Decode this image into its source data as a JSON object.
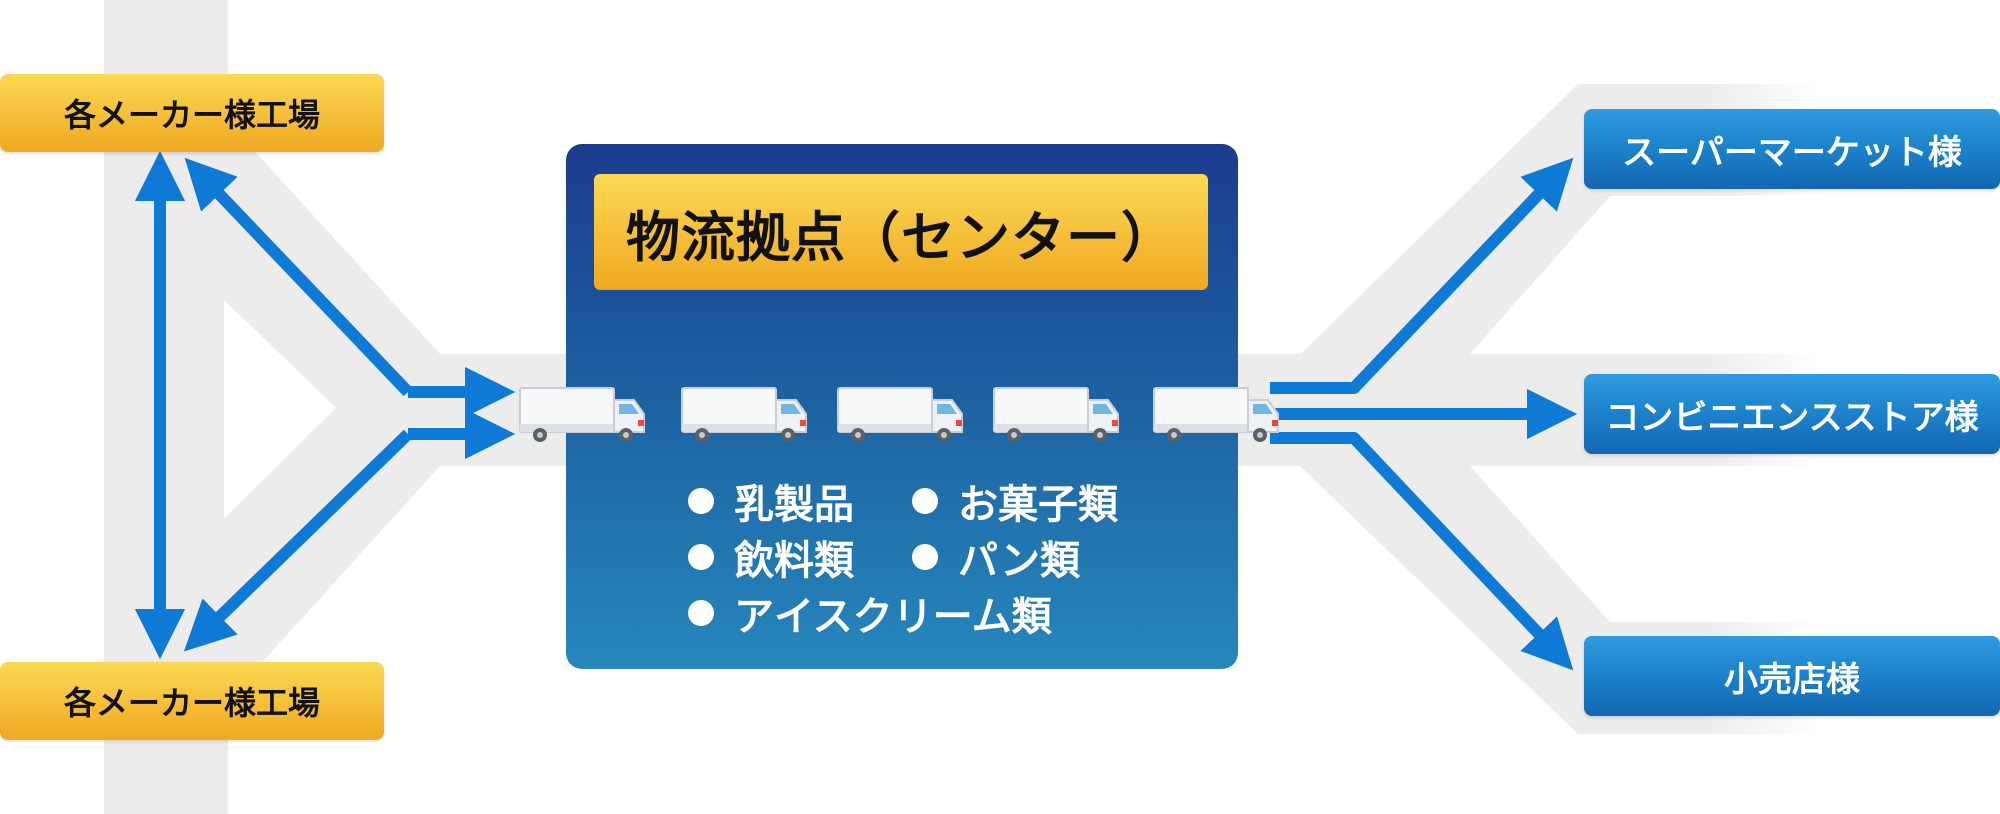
{
  "factories": [
    {
      "label": "各メーカー様工場"
    },
    {
      "label": "各メーカー様工場"
    }
  ],
  "center": {
    "title": "物流拠点（センター）",
    "products": [
      "乳製品",
      "お菓子類",
      "飲料類",
      "パン類",
      "アイスクリーム類"
    ]
  },
  "destinations": [
    {
      "label": "スーパーマーケット様"
    },
    {
      "label": "コンビニエンスストア様"
    },
    {
      "label": "小売店様"
    }
  ],
  "colors": {
    "arrow": "#0f7ad6",
    "band": "#ececec",
    "factory_fill": "#f5be38",
    "center_fill": "#1d5fa0",
    "destination_fill": "#1a7fc8"
  },
  "icons": [
    "truck-icon",
    "truck-icon",
    "truck-icon",
    "truck-icon",
    "truck-icon"
  ]
}
